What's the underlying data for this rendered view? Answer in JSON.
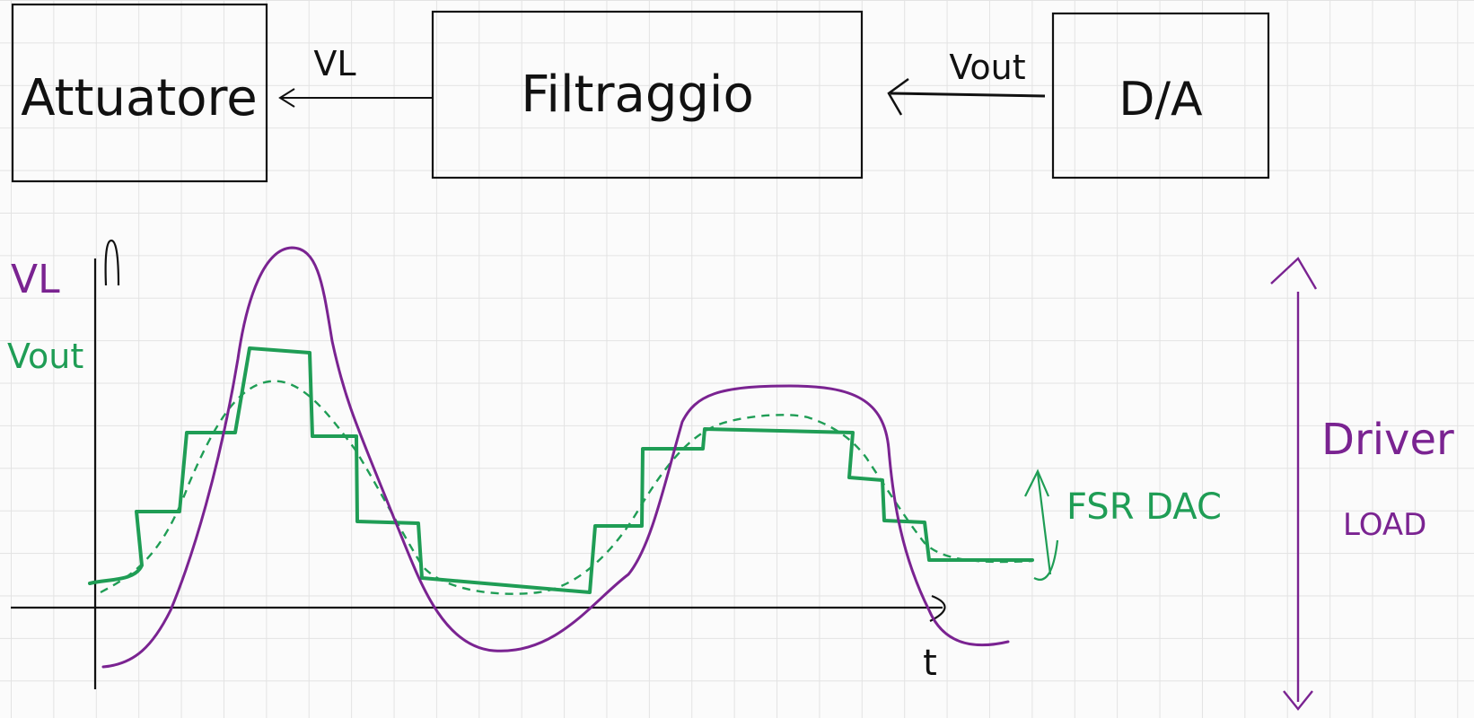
{
  "blocks": {
    "attuatore": "Attuatore",
    "filtraggio": "Filtraggio",
    "da": "D/A"
  },
  "signals": {
    "vl": "VL",
    "vout": "Vout"
  },
  "plot": {
    "y_label_vl": "VL",
    "y_label_vout": "Vout",
    "x_label": "t",
    "fsr_label": "FSR DAC",
    "driver_label": "Driver",
    "load_label": "LOAD"
  },
  "colors": {
    "ink": "#111111",
    "green": "#1f9d55",
    "purple": "#7a2391",
    "grid": "#e3e3e3"
  }
}
